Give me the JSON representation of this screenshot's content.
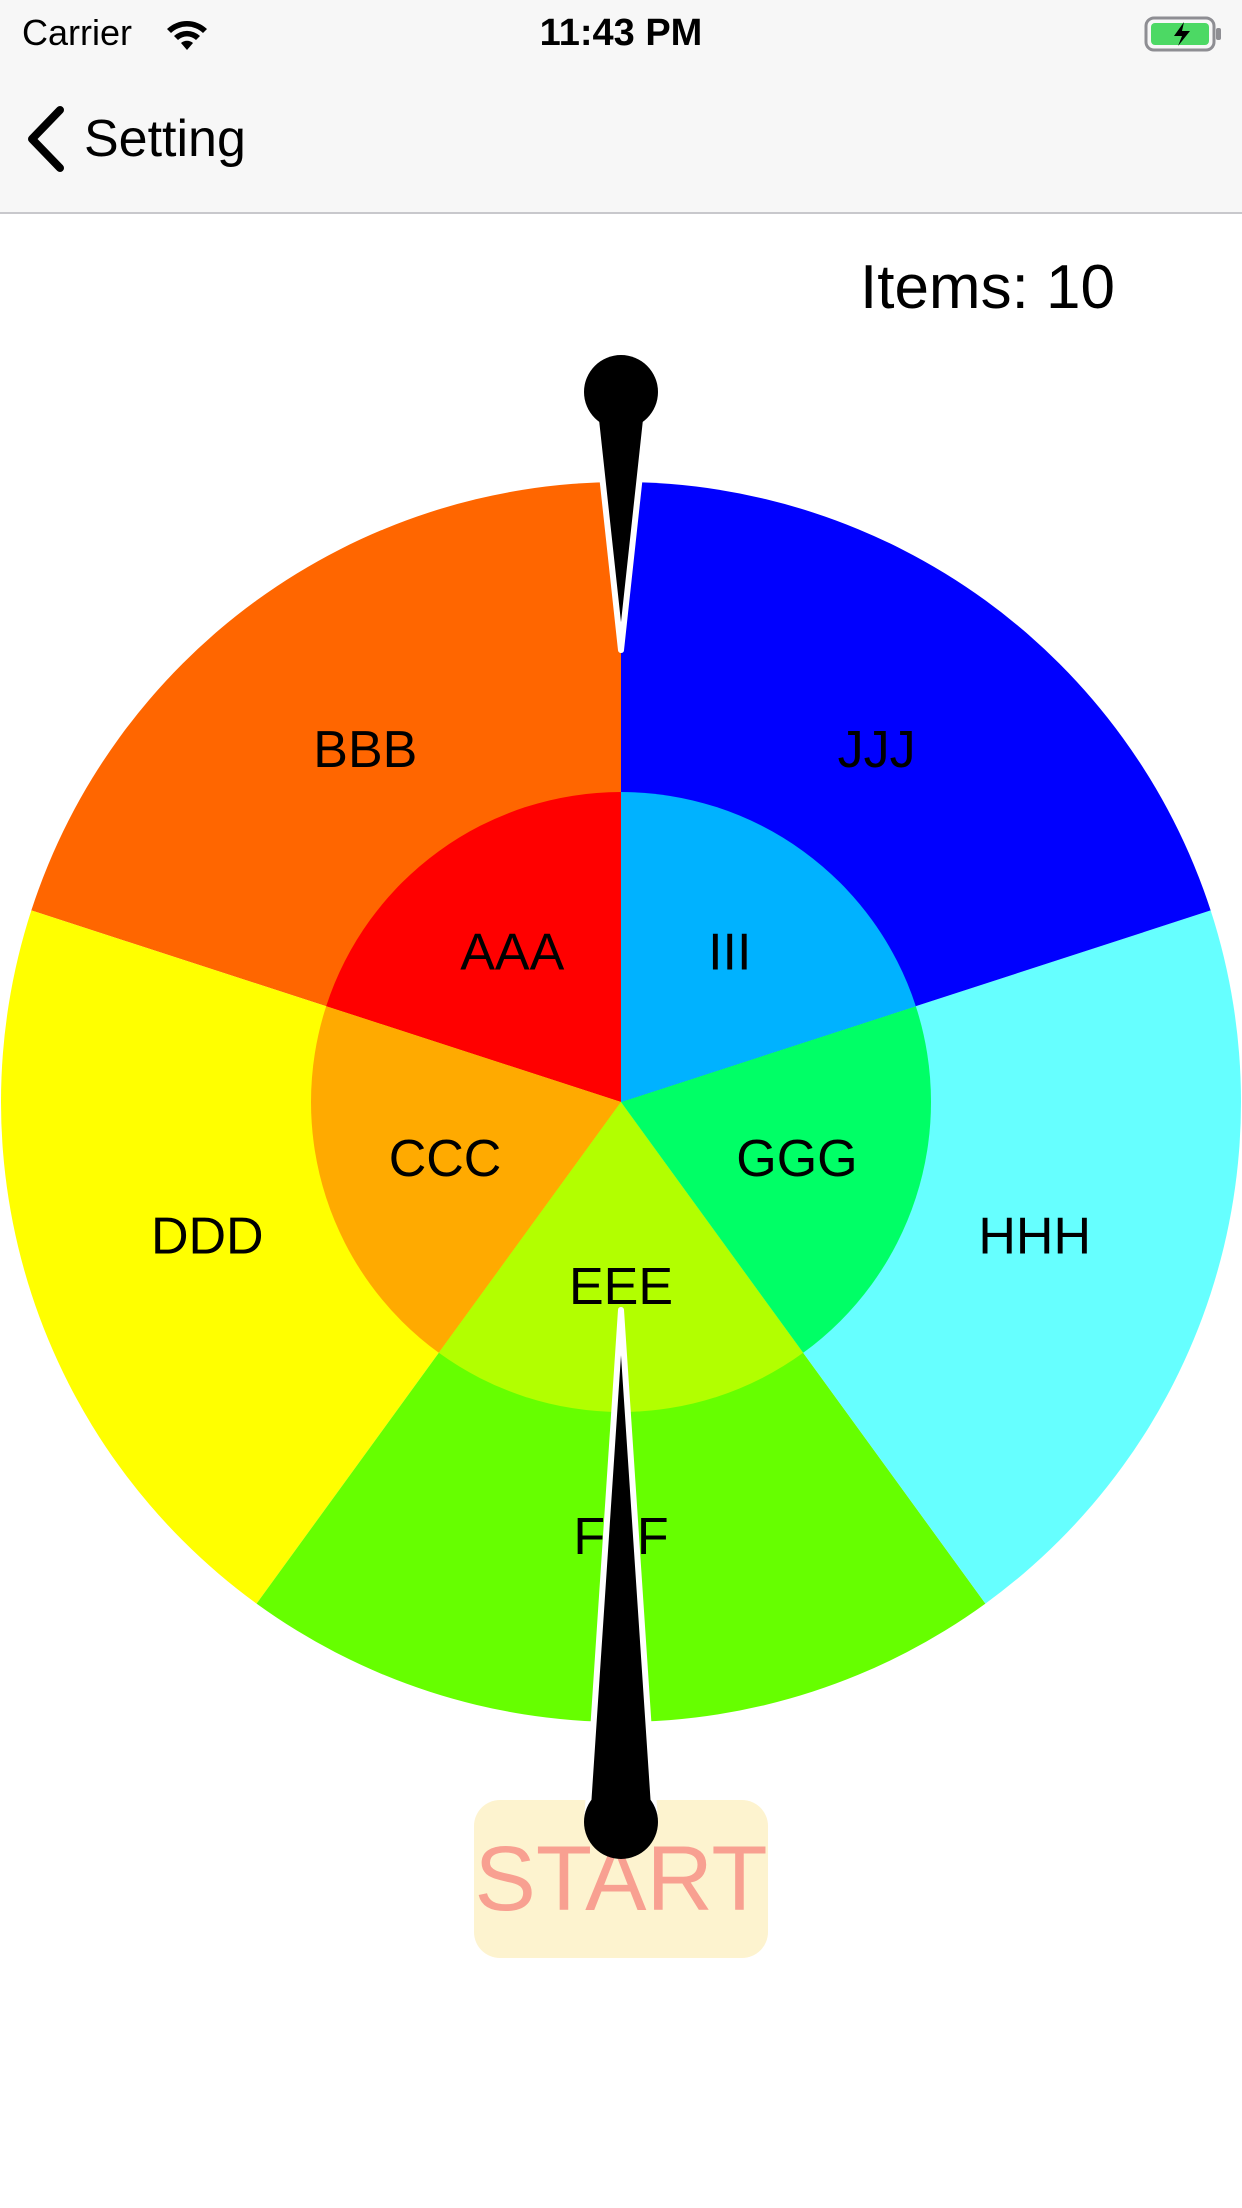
{
  "status_bar": {
    "carrier": "Carrier",
    "time": "11:43 PM"
  },
  "nav": {
    "back_label": "Setting"
  },
  "items_label": "Items: 10",
  "wheel": {
    "outer": [
      {
        "label": "BBB",
        "color": "#ff6600"
      },
      {
        "label": "DDD",
        "color": "#ffff00"
      },
      {
        "label": "FFF",
        "color": "#66ff00"
      },
      {
        "label": "HHH",
        "color": "#66ffff"
      },
      {
        "label": "JJJ",
        "color": "#0000ff"
      }
    ],
    "inner": [
      {
        "label": "AAA",
        "color": "#ff0000"
      },
      {
        "label": "CCC",
        "color": "#ffaa00"
      },
      {
        "label": "EEE",
        "color": "#b2ff00"
      },
      {
        "label": "GGG",
        "color": "#00ff66"
      },
      {
        "label": "III",
        "color": "#00b2ff"
      }
    ]
  },
  "start_label": "START"
}
